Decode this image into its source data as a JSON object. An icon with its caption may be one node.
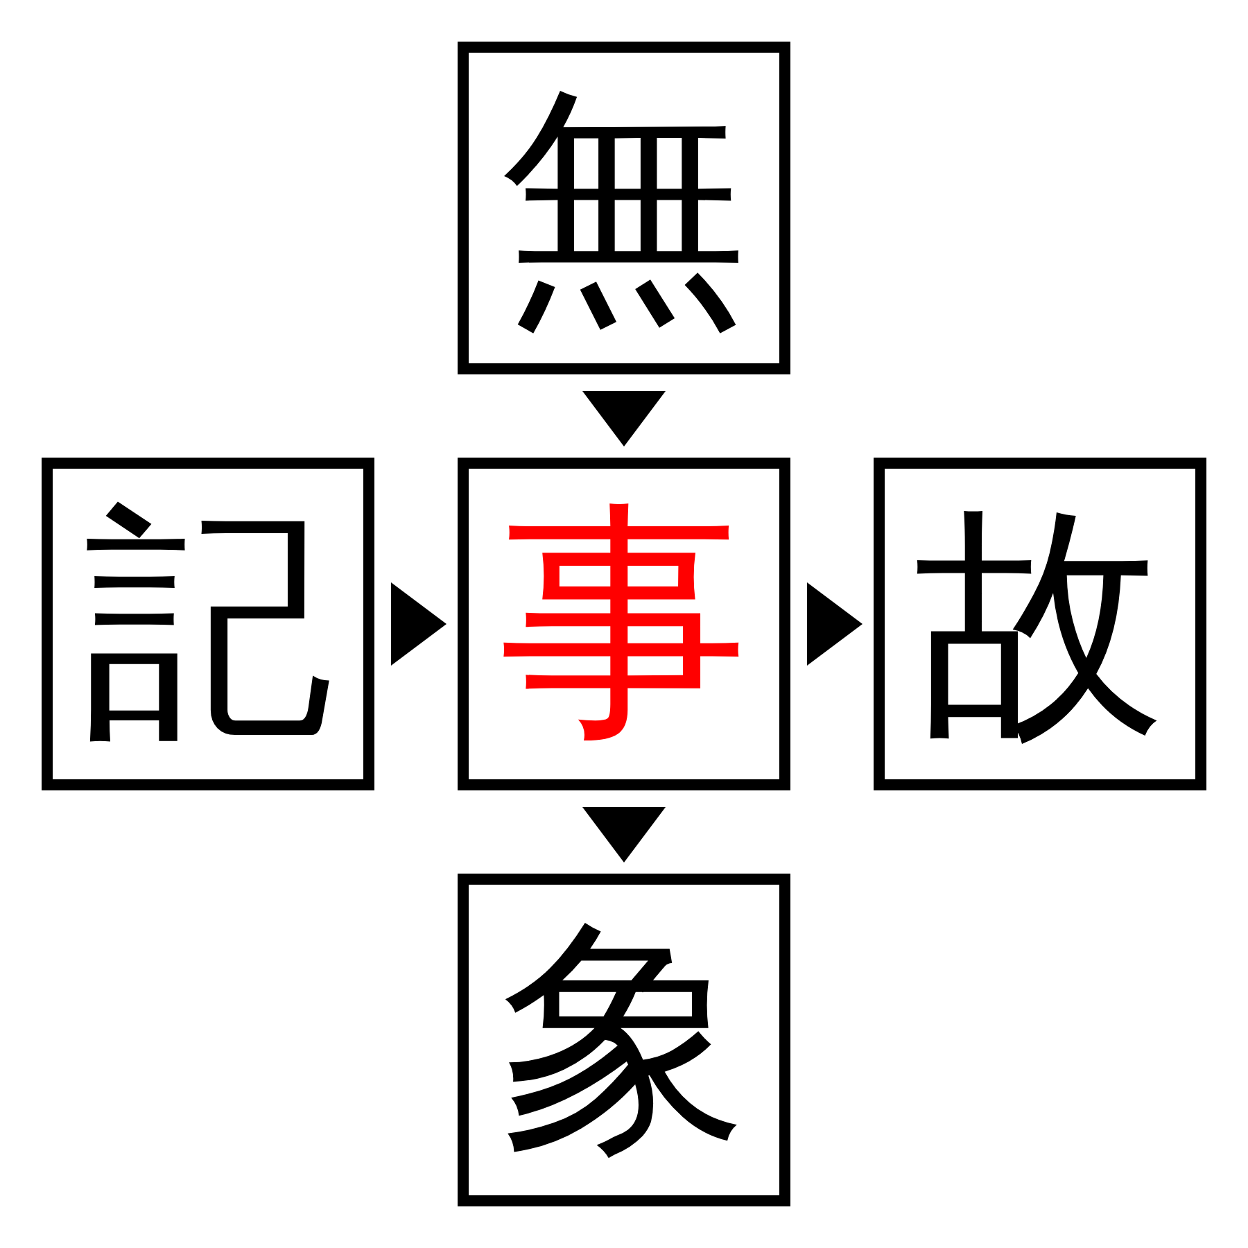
{
  "diagram": {
    "nodes": [
      {
        "text": [
          "無"
        ]
      },
      {
        "text": [
          "記"
        ]
      },
      {
        "text": [
          "事"
        ]
      },
      {
        "text": [
          "故"
        ]
      },
      {
        "text": [
          "象"
        ]
      }
    ],
    "edges": [
      {
        "from": 0,
        "to": 2,
        "arrow": "to"
      },
      {
        "from": 1,
        "to": 2,
        "arrow": "to"
      },
      {
        "from": 2,
        "to": 3,
        "arrow": "to"
      },
      {
        "from": 2,
        "to": 4,
        "arrow": "to"
      }
    ]
  }
}
